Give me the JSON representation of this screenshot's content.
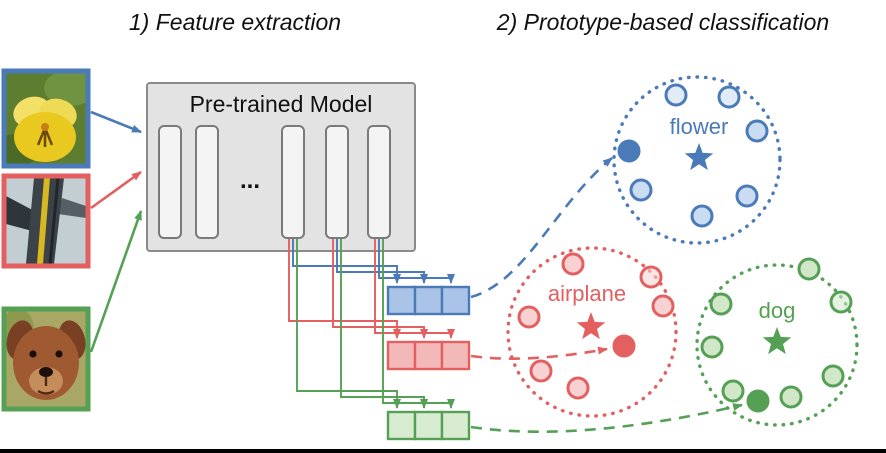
{
  "titles": {
    "step1": "1) Feature extraction",
    "step2": "2) Prototype-based classification"
  },
  "model": {
    "label": "Pre-trained Model",
    "ellipsis": "..."
  },
  "clusters": {
    "flower": {
      "label": "flower"
    },
    "airplane": {
      "label": "airplane"
    },
    "dog": {
      "label": "dog"
    }
  },
  "images": [
    {
      "name": "flower-photo",
      "depicts": "yellow pansy flower",
      "border": "blue"
    },
    {
      "name": "airplane-photo",
      "depicts": "airplane tail close-up",
      "border": "red"
    },
    {
      "name": "dog-photo",
      "depicts": "brown dog face",
      "border": "green"
    }
  ],
  "colors": {
    "blue": "#4a7ab8",
    "blue-light": "#cuddly",
    "red": "#e45f5f",
    "green": "#55a055",
    "blue-mid": "#a9c4e6",
    "red-mid": "#f3b9b9",
    "green-mid": "#d8ecd2",
    "red-light": "#f8d2d2",
    "green-light": "#d0e8c8",
    "box-fill": "#e3e3e3",
    "box-stroke": "#8a8a8a",
    "bar-fill": "#f4f4f4",
    "bar-stroke": "#7a7a7a",
    "text": "#111111",
    "rule": "#000000"
  }
}
